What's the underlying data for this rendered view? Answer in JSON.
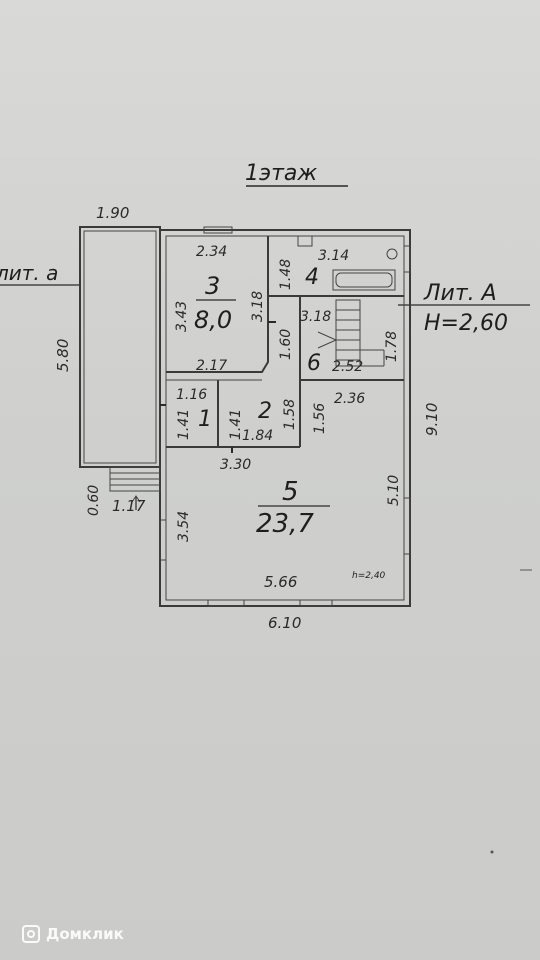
{
  "plan": {
    "floor_title": "1этаж",
    "lit_left": "лит. а",
    "lit_right": "Лит. А",
    "height_right": "H=2,60",
    "room_height_note": "h=2,40"
  },
  "rooms": [
    {
      "number": "3",
      "area": "8,0"
    },
    {
      "number": "4",
      "area": ""
    },
    {
      "number": "6",
      "area": ""
    },
    {
      "number": "2",
      "area": ""
    },
    {
      "number": "1",
      "area": ""
    },
    {
      "number": "5",
      "area": "23,7"
    }
  ],
  "dimensions": {
    "d190": "1.90",
    "d234": "2.34",
    "d314": "3.14",
    "d148": "1.48",
    "d343": "3.43",
    "d318a": "3.18",
    "d318b": "3.18",
    "d178": "1.78",
    "d160": "1.60",
    "d252": "2.52",
    "d217": "2.17",
    "d116": "1.16",
    "d141a": "1.41",
    "d141b": "1.41",
    "d158": "1.58",
    "d156": "1.56",
    "d236": "2.36",
    "d184": "1.84",
    "d330": "3.30",
    "d580": "5.80",
    "d910": "9.10",
    "d060": "0.60",
    "d117": "1.17",
    "d354": "3.54",
    "d510": "5.10",
    "d566": "5.66",
    "d610": "6.10"
  },
  "watermark": {
    "text": "Домклик"
  }
}
